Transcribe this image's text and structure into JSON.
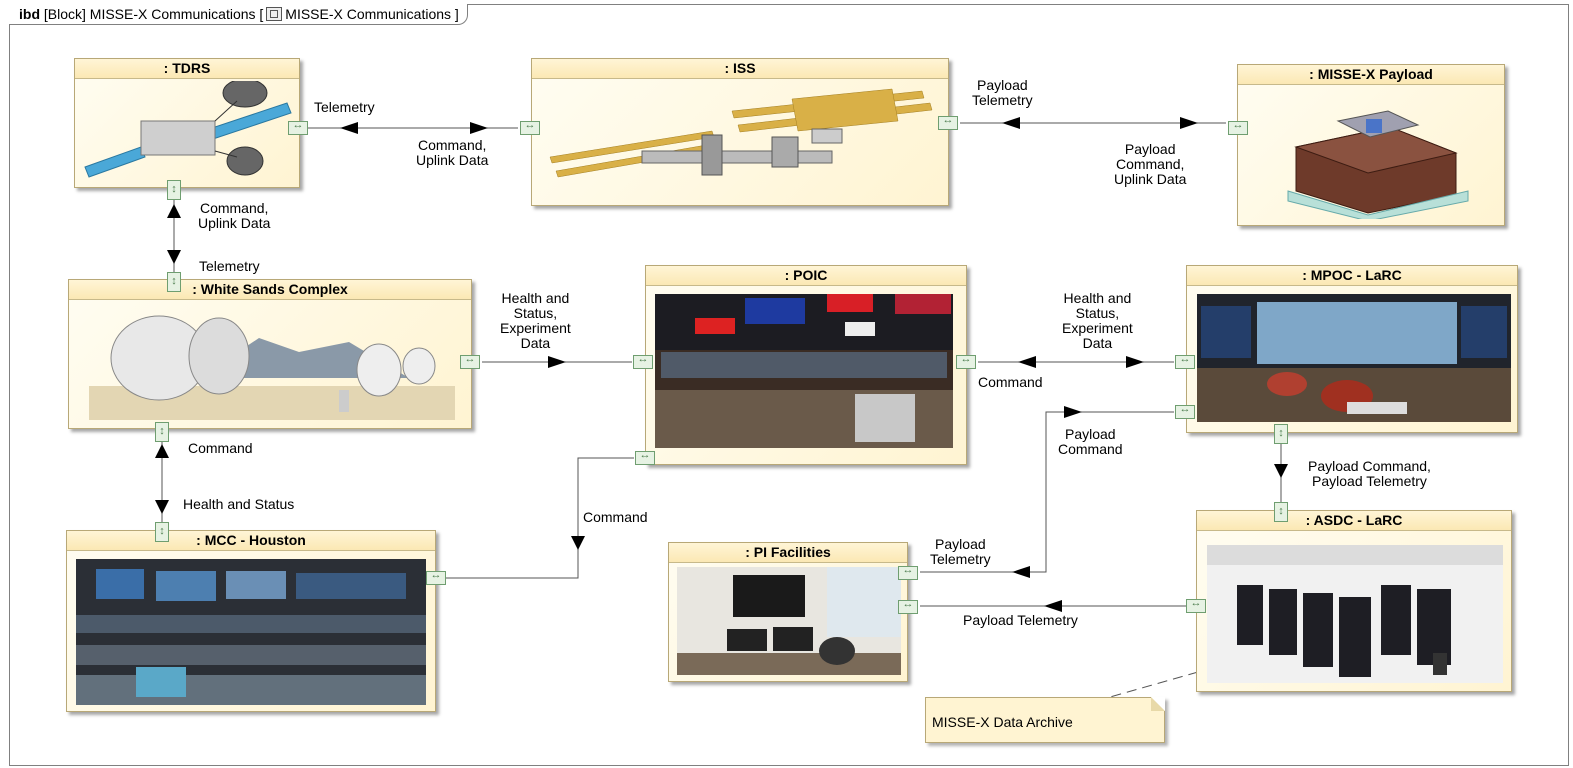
{
  "frame": {
    "keyword": "ibd",
    "header": "[Block] MISSE-X Communications [",
    "header_ref": "MISSE-X Communications",
    "header_end": "]"
  },
  "blocks": {
    "tdrs": ": TDRS",
    "iss": ": ISS",
    "payload": ": MISSE-X Payload",
    "wsc": ": White Sands Complex",
    "poic": ": POIC",
    "mpoc": ": MPOC - LaRC",
    "mcc": ": MCC - Houston",
    "pif": ": PI Facilities",
    "asdc": ": ASDC - LaRC"
  },
  "labels": {
    "telemetry_1": "Telemetry",
    "command_uplink_1": "Command,\nUplink Data",
    "payload_telemetry_1": "Payload\nTelemetry",
    "payload_command_uplink": "Payload\nCommand,\nUplink Data",
    "command_uplink_2": "Command,\nUplink Data",
    "telemetry_2": "Telemetry",
    "hs_exp_1": "Health and\nStatus,\nExperiment\nData",
    "hs_exp_2": "Health and\nStatus,\nExperiment\nData",
    "command_1": "Command",
    "command_2": "Command",
    "health_status": "Health and Status",
    "command_3": "Command",
    "payload_command": "Payload\nCommand",
    "payload_cmd_tlm": "Payload Command,\nPayload Telemetry",
    "payload_telemetry_2": "Payload\nTelemetry",
    "payload_telemetry_3": "Payload Telemetry"
  },
  "note": "MISSE-X Data Archive"
}
